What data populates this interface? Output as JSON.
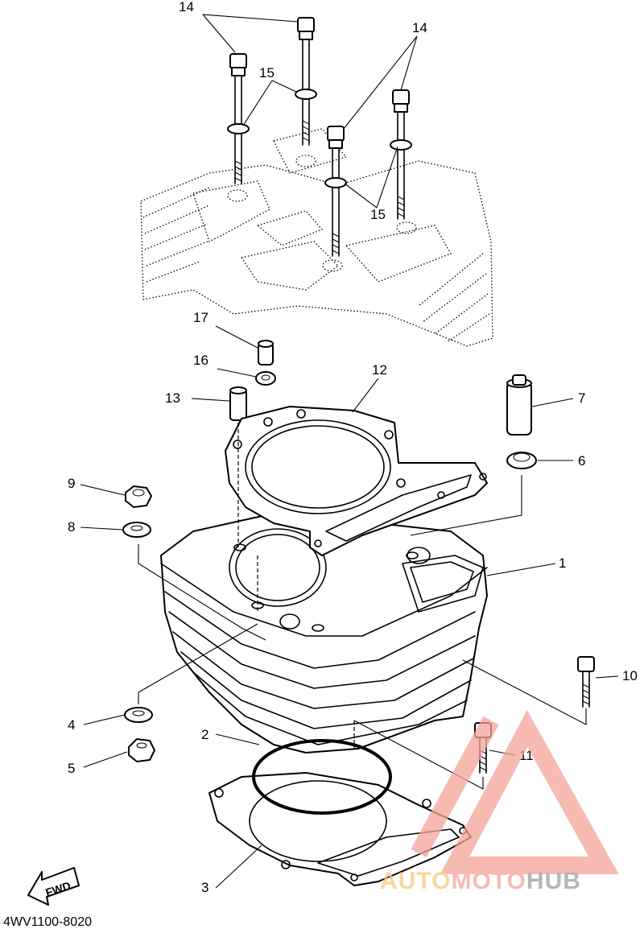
{
  "diagram": {
    "drawing_code": "4WV1100-8020",
    "fwd_label": "FWD",
    "callouts": [
      {
        "id": "c1",
        "label": "1"
      },
      {
        "id": "c2",
        "label": "2"
      },
      {
        "id": "c3",
        "label": "3"
      },
      {
        "id": "c4",
        "label": "4"
      },
      {
        "id": "c5",
        "label": "5"
      },
      {
        "id": "c6",
        "label": "6"
      },
      {
        "id": "c7",
        "label": "7"
      },
      {
        "id": "c8",
        "label": "8"
      },
      {
        "id": "c9",
        "label": "9"
      },
      {
        "id": "c10",
        "label": "10"
      },
      {
        "id": "c11",
        "label": "11"
      },
      {
        "id": "c12",
        "label": "12"
      },
      {
        "id": "c13",
        "label": "13"
      },
      {
        "id": "c14a",
        "label": "14"
      },
      {
        "id": "c14b",
        "label": "14"
      },
      {
        "id": "c15a",
        "label": "15"
      },
      {
        "id": "c15b",
        "label": "15"
      },
      {
        "id": "c16",
        "label": "16"
      },
      {
        "id": "c17",
        "label": "17"
      }
    ]
  },
  "watermark": {
    "text_part1": "AUTO",
    "text_part2": "MOTO",
    "text_part3": "HUB",
    "colors": {
      "primary": "#f4a49a",
      "accent": "#f7c97e",
      "dark": "#bdbdbd"
    }
  }
}
